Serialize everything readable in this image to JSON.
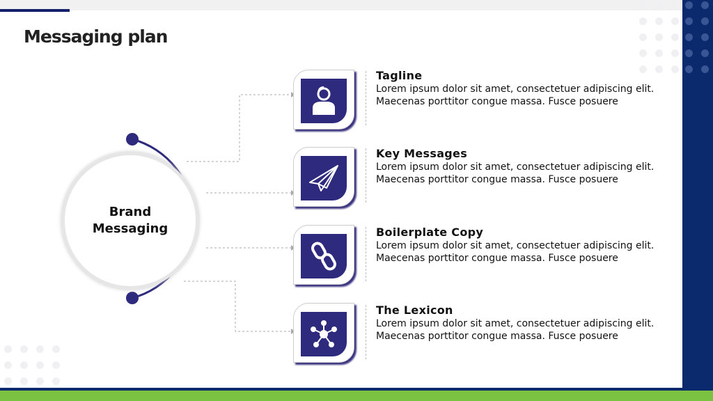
{
  "title": "Messaging plan",
  "hub": {
    "line1": "Brand",
    "line2": "Messaging"
  },
  "colors": {
    "navy": "#2e2a7d",
    "green": "#7cc242",
    "panel": "#0b2a6e"
  },
  "items": [
    {
      "icon": "headset-user-icon",
      "title": "Tagline",
      "body": "Lorem ipsum dolor sit amet, consectetuer adipiscing elit. Maecenas porttitor congue massa. Fusce posuere"
    },
    {
      "icon": "paper-plane-icon",
      "title": "Key Messages",
      "body": "Lorem ipsum dolor sit amet, consectetuer adipiscing elit. Maecenas porttitor congue massa. Fusce posuere"
    },
    {
      "icon": "chain-link-icon",
      "title": "Boilerplate Copy",
      "body": "Lorem ipsum dolor sit amet, consectetuer adipiscing elit. Maecenas porttitor congue massa. Fusce posuere"
    },
    {
      "icon": "network-hub-icon",
      "title": "The Lexicon",
      "body": "Lorem ipsum dolor sit amet, consectetuer adipiscing elit. Maecenas porttitor congue massa. Fusce posuere"
    }
  ]
}
